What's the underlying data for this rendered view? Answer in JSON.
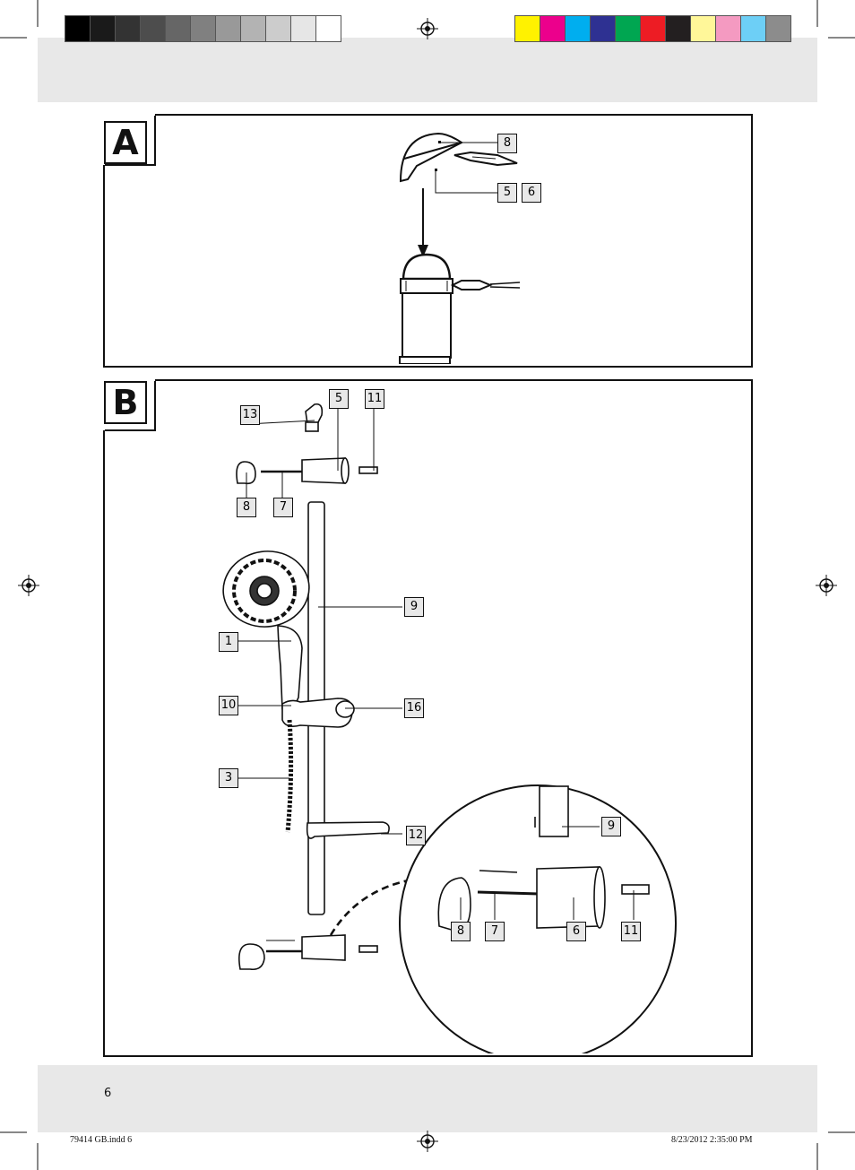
{
  "page": {
    "page_number": "6",
    "slug_file": "79414 GB.indd   6",
    "slug_date": "8/23/2012   2:35:00 PM"
  },
  "colors": {
    "gray_bar": [
      "#000000",
      "#1a1a1a",
      "#333333",
      "#4d4d4d",
      "#666666",
      "#808080",
      "#999999",
      "#b3b3b3",
      "#cccccc",
      "#e6e6e6",
      "#ffffff"
    ],
    "color_bar": [
      "#fff200",
      "#ec008c",
      "#00aeef",
      "#2e3192",
      "#00a651",
      "#ed1c24",
      "#231f20",
      "#fff799",
      "#f49ac1",
      "#6dcff6",
      "#8c8c8c"
    ]
  },
  "panel_a": {
    "letter": "A",
    "callouts": {
      "top": "8",
      "left_a": "5",
      "left_b": "6"
    }
  },
  "panel_b": {
    "letter": "B",
    "callouts": {
      "c13": "13",
      "c5": "5",
      "c11": "11",
      "c8": "8",
      "c7": "7",
      "c9": "9",
      "c1": "1",
      "c10": "10",
      "c16": "16",
      "c3": "3",
      "c12": "12"
    },
    "zoom_callouts": {
      "z9": "9",
      "z8": "8",
      "z7": "7",
      "z6": "6",
      "z11": "11"
    }
  }
}
